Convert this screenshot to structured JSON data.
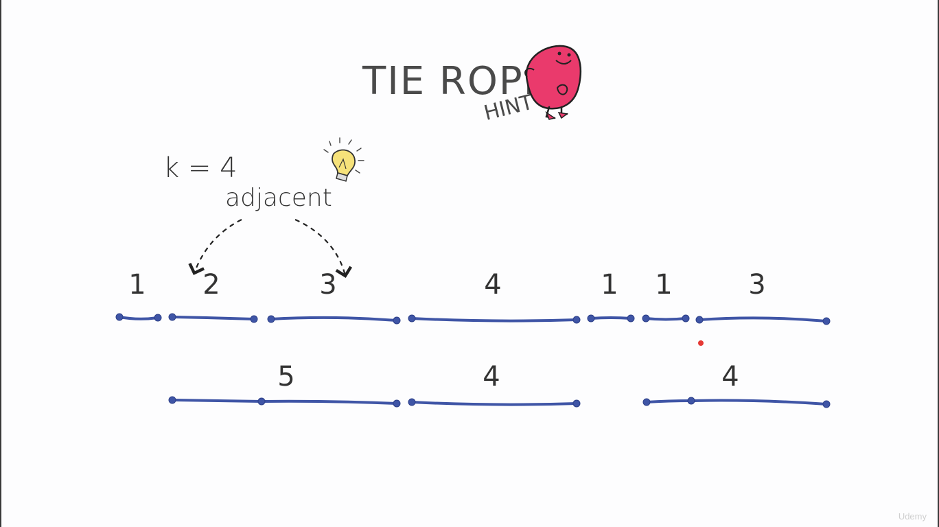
{
  "title": "TIE ROPES",
  "subtitle": "HINT",
  "k_label": "k = 4",
  "adjacent_label": "adjacent",
  "row1_labels": [
    "1",
    "2",
    "3",
    "4",
    "1",
    "1",
    "3"
  ],
  "row2_labels": [
    "5",
    "4",
    "4"
  ],
  "watermark": "Udemy",
  "colors": {
    "rope": "#3f55a6",
    "mascot": "#ea3a6c",
    "bulb": "#f6e27a",
    "text": "#333333",
    "pointer": "#e53935"
  }
}
